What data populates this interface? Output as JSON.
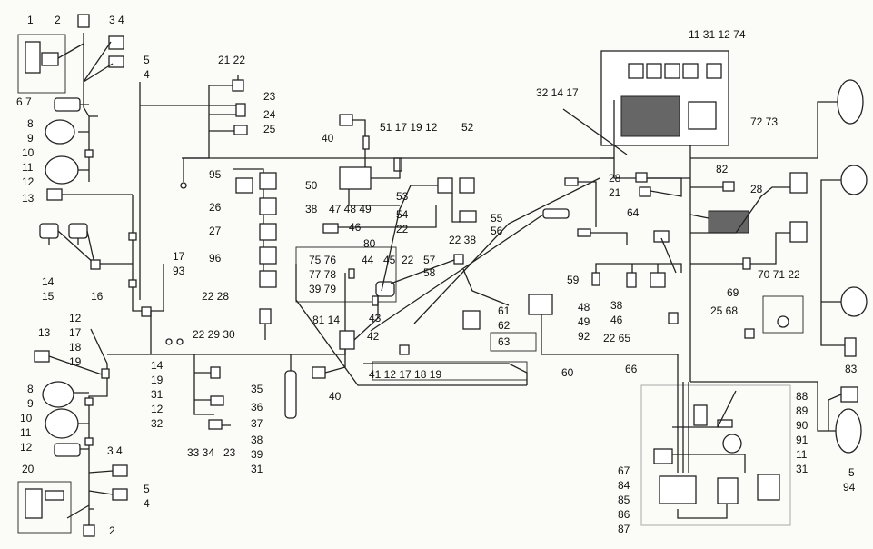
{
  "labels": {
    "l1": "1",
    "l2": "2",
    "l3": "3 4",
    "l4": "5",
    "l5": "4",
    "l6": "6 7",
    "l7": "8",
    "l8": "9",
    "l9": "10",
    "l10": "11",
    "l11": "12",
    "l12": "13",
    "l13": "14",
    "l14": "15",
    "l15": "16",
    "l16": "17",
    "l17": "93",
    "l18": "12",
    "l19": "17",
    "l20": "18",
    "l21": "19",
    "l22": "13",
    "l23": "8",
    "l24": "9",
    "l25": "10",
    "l26": "11",
    "l27": "12",
    "l28": "20",
    "l29": "3 4",
    "l30": "5",
    "l31": "4",
    "l32": "2",
    "l33": "21 22",
    "l34": "23",
    "l35": "24",
    "l36": "25",
    "l37": "95",
    "l38": "26",
    "l39": "27",
    "l40": "96",
    "l41": "22 28",
    "l42": "22 29 30",
    "l43": "14",
    "l44": "19",
    "l45": "31",
    "l46": "12",
    "l47": "32",
    "l48": "35",
    "l49": "33 34",
    "l50": "23",
    "l51": "36",
    "l52": "37",
    "l53": "38",
    "l54": "39",
    "l55": "31",
    "l56": "40",
    "l57": "51 17 19 12",
    "l58": "52",
    "l59": "50",
    "l60": "53",
    "l61": "47 48 49",
    "l62": "38",
    "l63": "46",
    "l64": "54",
    "l65": "22",
    "l66": "80",
    "l67": "75 76",
    "l68": "77 78",
    "l69": "39 79",
    "l70": "44",
    "l71": "45",
    "l72": "22",
    "l73": "81 14",
    "l74": "43",
    "l75": "42",
    "l76": "40",
    "l77": "41 12 17 18 19",
    "l78": "55",
    "l79": "56",
    "l80": "22 38",
    "l81": "57",
    "l82": "58",
    "l83": "59",
    "l84": "61",
    "l85": "62",
    "l86": "63",
    "l87": "48",
    "l88": "49",
    "l89": "92",
    "l90": "60",
    "l91": "32 14 17",
    "l92": "11 31 12 74",
    "l93": "72 73",
    "l94": "28",
    "l95": "21",
    "l96": "82",
    "l97": "28",
    "l98": "64",
    "l99": "38",
    "l100": "46",
    "l101": "22 65",
    "l102": "66",
    "l103": "70 71 22",
    "l104": "69",
    "l105": "25 68",
    "l106": "83",
    "l107": "88",
    "l108": "89",
    "l109": "90",
    "l110": "91",
    "l111": "11",
    "l112": "31",
    "l113": "5",
    "l114": "94",
    "l115": "67",
    "l116": "84",
    "l117": "85",
    "l118": "86",
    "l119": "87"
  }
}
